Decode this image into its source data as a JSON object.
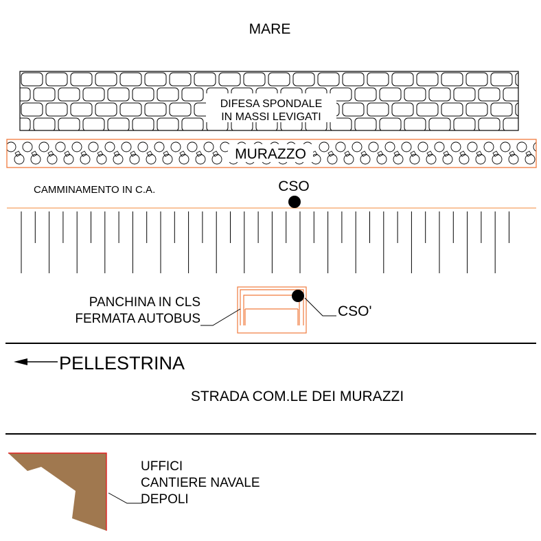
{
  "labels": {
    "sea": "MARE",
    "revetment_line1": "DIFESA SPONDALE",
    "revetment_line2": "IN MASSI LEVIGATI",
    "seawall": "MURAZZO",
    "walkway": "CAMMINAMENTO IN C.A.",
    "point_cso": "CSO",
    "bench_line1": "PANCHINA IN CLS",
    "bench_line2": "FERMATA AUTOBUS",
    "point_cso_prime": "CSO'",
    "direction": "PELLESTRINA",
    "road": "STRADA COM.LE DEI MURAZZI",
    "building_line1": "UFFICI",
    "building_line2": "CANTIERE NAVALE",
    "building_line3": "DEPOLI"
  },
  "colors": {
    "ink": "#000000",
    "accent_orange": "#f07a3c",
    "building_fill": "#a0784f",
    "building_edge": "#e02020",
    "background": "#ffffff"
  }
}
